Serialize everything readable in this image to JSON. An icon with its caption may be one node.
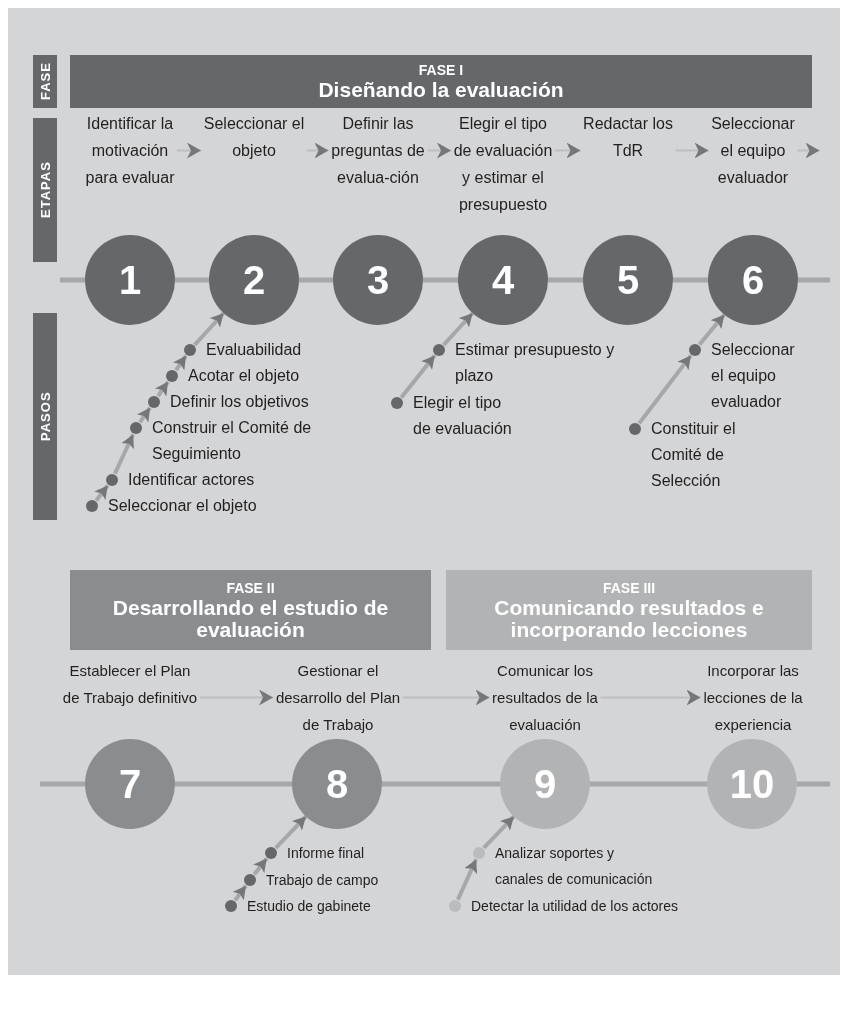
{
  "diagram": {
    "nodes": [
      {
        "text": [
          "FASE"
        ]
      },
      {
        "text": [
          "FASE I",
          "Diseñando la evaluación"
        ]
      },
      {
        "text": [
          "ETAPAS"
        ]
      },
      {
        "text": [
          "Identificar la motivación para evaluar"
        ]
      },
      {
        "text": [
          "Seleccionar el objeto"
        ]
      },
      {
        "text": [
          "Definir las preguntas de evalua-ción"
        ]
      },
      {
        "text": [
          "Elegir el tipo de evaluación y estimar el presupuesto"
        ]
      },
      {
        "text": [
          "Redactar los TdR"
        ]
      },
      {
        "text": [
          "Seleccionar el equipo evaluador"
        ]
      },
      {
        "text": [
          "1"
        ]
      },
      {
        "text": [
          "2"
        ]
      },
      {
        "text": [
          "3"
        ]
      },
      {
        "text": [
          "4"
        ]
      },
      {
        "text": [
          "5"
        ]
      },
      {
        "text": [
          "6"
        ]
      },
      {
        "text": [
          "PASOS"
        ]
      },
      {
        "text": [
          "Evaluabilidad"
        ]
      },
      {
        "text": [
          "Acotar el objeto"
        ]
      },
      {
        "text": [
          "Definir los objetivos"
        ]
      },
      {
        "text": [
          "Construir el Comité de Seguimiento"
        ]
      },
      {
        "text": [
          "Identificar actores"
        ]
      },
      {
        "text": [
          "Seleccionar el objeto"
        ]
      },
      {
        "text": [
          "Estimar presupuesto y plazo"
        ]
      },
      {
        "text": [
          "Elegir el tipo de evaluación"
        ]
      },
      {
        "text": [
          "Seleccionar el equipo evaluador"
        ]
      },
      {
        "text": [
          "Constituir el Comité de Selección"
        ]
      },
      {
        "text": [
          "FASE II",
          "Desarrollando el estudio de evaluación"
        ]
      },
      {
        "text": [
          "FASE III",
          "Comunicando resultados e incorporando lecciones"
        ]
      },
      {
        "text": [
          "Establecer el Plan de Trabajo definitivo"
        ]
      },
      {
        "text": [
          "Gestionar el desarrollo del Plan de Trabajo"
        ]
      },
      {
        "text": [
          "Comunicar los resultados de la evaluación"
        ]
      },
      {
        "text": [
          "Incorporar las lecciones de la experiencia"
        ]
      },
      {
        "text": [
          "7"
        ]
      },
      {
        "text": [
          "8"
        ]
      },
      {
        "text": [
          "9"
        ]
      },
      {
        "text": [
          "10"
        ]
      },
      {
        "text": [
          "Informe final"
        ]
      },
      {
        "text": [
          "Trabajo de campo"
        ]
      },
      {
        "text": [
          "Estudio de gabinete"
        ]
      },
      {
        "text": [
          "Analizar soportes y canales de comunicación"
        ]
      },
      {
        "text": [
          "Detectar la utilidad de los actores"
        ]
      }
    ],
    "edges": [
      {
        "from": 3,
        "to": 4,
        "arrow": "to"
      },
      {
        "from": 4,
        "to": 5,
        "arrow": "to"
      },
      {
        "from": 5,
        "to": 6,
        "arrow": "to"
      },
      {
        "from": 6,
        "to": 7,
        "arrow": "to"
      },
      {
        "from": 7,
        "to": 8,
        "arrow": "to"
      },
      {
        "from": 8,
        "to": null,
        "arrow": "to"
      },
      {
        "from": null,
        "to": 9,
        "arrow": "none"
      },
      {
        "from": 9,
        "to": 10,
        "arrow": "none"
      },
      {
        "from": 10,
        "to": 11,
        "arrow": "none"
      },
      {
        "from": 11,
        "to": 12,
        "arrow": "none"
      },
      {
        "from": 12,
        "to": 13,
        "arrow": "none"
      },
      {
        "from": 13,
        "to": 14,
        "arrow": "none"
      },
      {
        "from": 14,
        "to": null,
        "arrow": "none"
      },
      {
        "from": 21,
        "to": 20,
        "arrow": "to"
      },
      {
        "from": 20,
        "to": 19,
        "arrow": "to"
      },
      {
        "from": 19,
        "to": 18,
        "arrow": "to"
      },
      {
        "from": 18,
        "to": 17,
        "arrow": "to"
      },
      {
        "from": 17,
        "to": 16,
        "arrow": "to"
      },
      {
        "from": 16,
        "to": 10,
        "arrow": "to"
      },
      {
        "from": 23,
        "to": 22,
        "arrow": "to"
      },
      {
        "from": 22,
        "to": 12,
        "arrow": "to"
      },
      {
        "from": 25,
        "to": 24,
        "arrow": "to"
      },
      {
        "from": 24,
        "to": 14,
        "arrow": "to"
      },
      {
        "from": 28,
        "to": 29,
        "arrow": "to"
      },
      {
        "from": 29,
        "to": 30,
        "arrow": "to"
      },
      {
        "from": 30,
        "to": 31,
        "arrow": "to"
      },
      {
        "from": null,
        "to": 32,
        "arrow": "none"
      },
      {
        "from": 32,
        "to": 33,
        "arrow": "none"
      },
      {
        "from": 33,
        "to": 34,
        "arrow": "none"
      },
      {
        "from": 34,
        "to": 35,
        "arrow": "none"
      },
      {
        "from": 35,
        "to": null,
        "arrow": "none"
      },
      {
        "from": 38,
        "to": 37,
        "arrow": "to"
      },
      {
        "from": 37,
        "to": 36,
        "arrow": "to"
      },
      {
        "from": 36,
        "to": 33,
        "arrow": "to"
      },
      {
        "from": 40,
        "to": 39,
        "arrow": "to"
      },
      {
        "from": 39,
        "to": 34,
        "arrow": "to"
      }
    ]
  }
}
